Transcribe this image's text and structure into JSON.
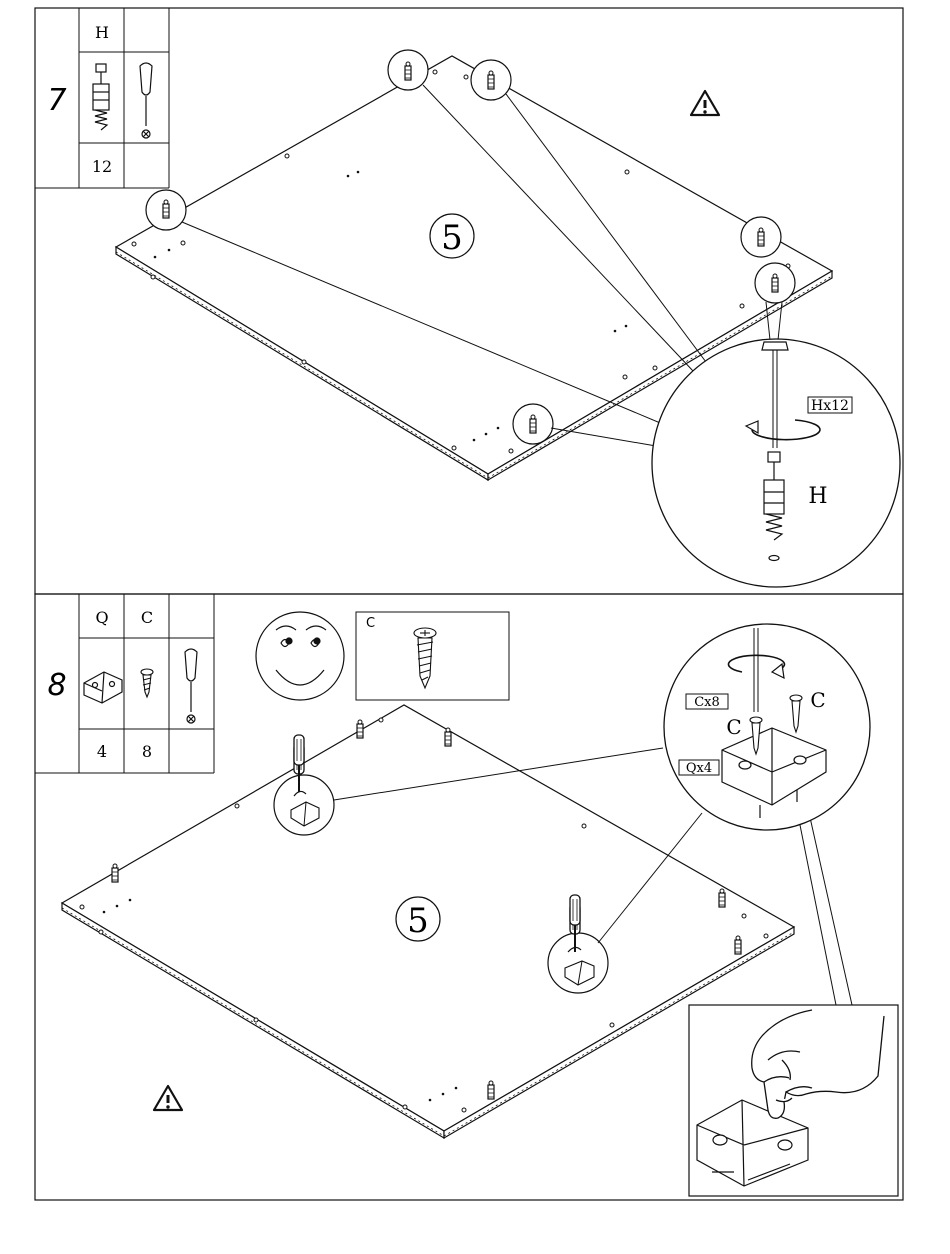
{
  "steps": [
    {
      "number": "7",
      "parts": [
        {
          "label": "H",
          "icon": "cam-dowel-icon",
          "qty": "12"
        },
        {
          "label": "",
          "icon": "screwdriver-icon",
          "qty": ""
        }
      ],
      "panel_number": "5",
      "callout_qty": "Hx12",
      "callout_part": "H"
    },
    {
      "number": "8",
      "parts": [
        {
          "label": "Q",
          "icon": "corner-bracket-icon",
          "qty": "4"
        },
        {
          "label": "C",
          "icon": "screw-icon",
          "qty": "8"
        },
        {
          "label": "",
          "icon": "screwdriver-icon",
          "qty": ""
        }
      ],
      "screw_box_label": "C",
      "panel_number": "5",
      "callout_screw_qty": "Cx8",
      "callout_bracket_qty": "Qx4",
      "callout_label_left": "C",
      "callout_label_right": "C"
    }
  ],
  "colors": {
    "line": "#111111",
    "paper": "#ffffff"
  }
}
